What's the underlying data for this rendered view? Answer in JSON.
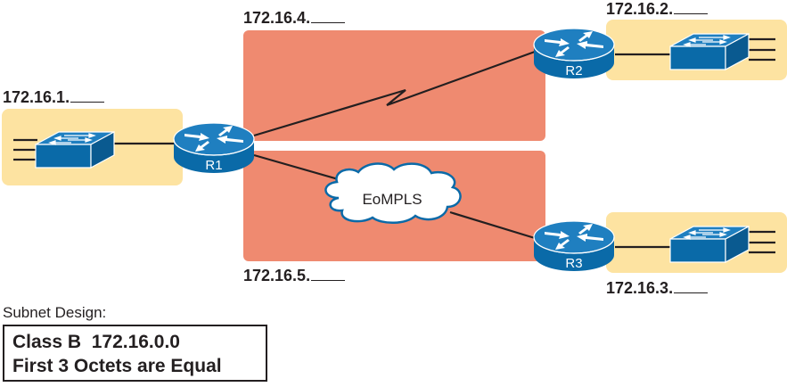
{
  "diagram": {
    "routers": [
      {
        "id": "R1",
        "label": "R1"
      },
      {
        "id": "R2",
        "label": "R2"
      },
      {
        "id": "R3",
        "label": "R3"
      }
    ],
    "subnets": [
      {
        "id": "lan-r1",
        "label_prefix": "172.16.1.",
        "kind": "LAN"
      },
      {
        "id": "lan-r2",
        "label_prefix": "172.16.2.",
        "kind": "LAN"
      },
      {
        "id": "lan-r3",
        "label_prefix": "172.16.3.",
        "kind": "LAN"
      },
      {
        "id": "wan-r1-r2",
        "label_prefix": "172.16.4.",
        "kind": "serial WAN"
      },
      {
        "id": "wan-r1-r3",
        "label_prefix": "172.16.5.",
        "kind": "EoMPLS WAN"
      }
    ],
    "cloud": {
      "label": "EoMPLS"
    },
    "colors": {
      "lan_bg": "#fde3a1",
      "wan_bg": "#ef8a70",
      "device_blue": "#0a6aa8",
      "device_top": "#1f7fc0",
      "link": "#231f20"
    }
  },
  "design": {
    "title": "Subnet Design:",
    "lines": [
      "Class B  172.16.0.0",
      "First 3 Octets are Equal"
    ]
  }
}
